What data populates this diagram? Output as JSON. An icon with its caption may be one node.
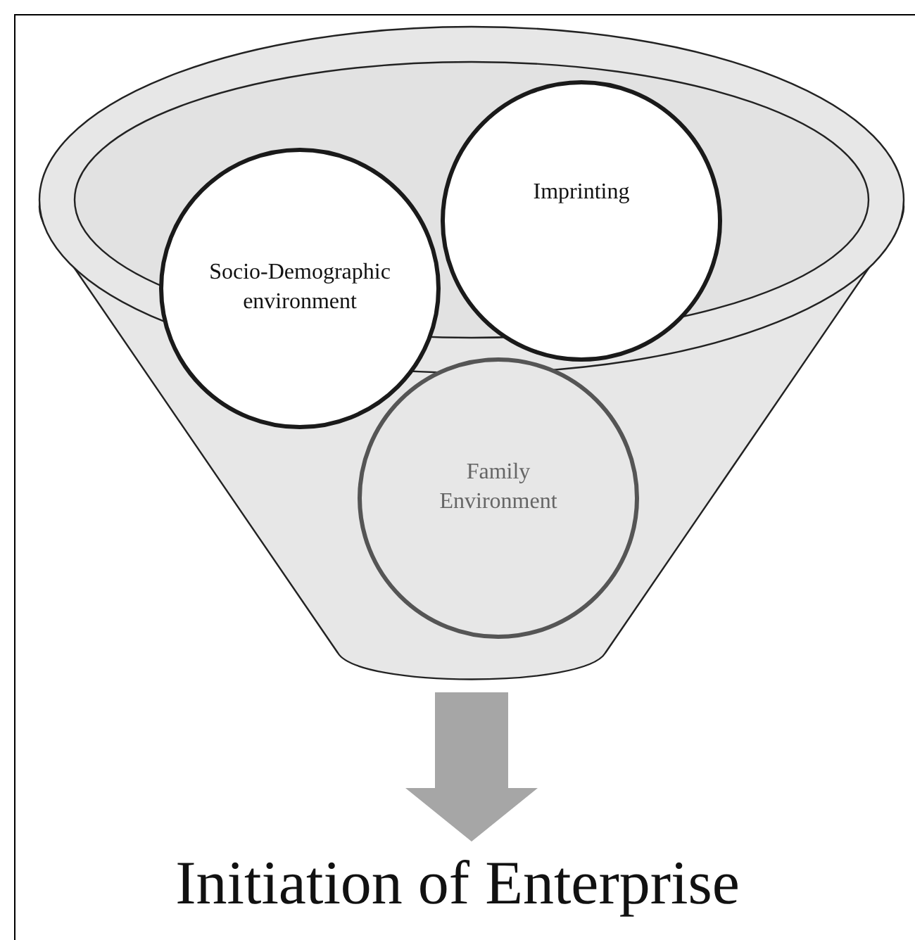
{
  "diagram": {
    "nodes": [
      {
        "text": [],
        "shape": "funnel"
      },
      {
        "text": [
          "Socio-Demographic environment"
        ],
        "in": 0
      },
      {
        "text": [
          "Imprinting"
        ],
        "in": 0
      },
      {
        "text": [
          "Family Environment"
        ],
        "in": 0
      },
      {
        "text": [
          "Initiation of Enterprise"
        ]
      }
    ],
    "edges": [
      {
        "from": 0,
        "to": 4,
        "arrow": "to",
        "style": "thick",
        "color": "#a6a6a6"
      }
    ]
  }
}
